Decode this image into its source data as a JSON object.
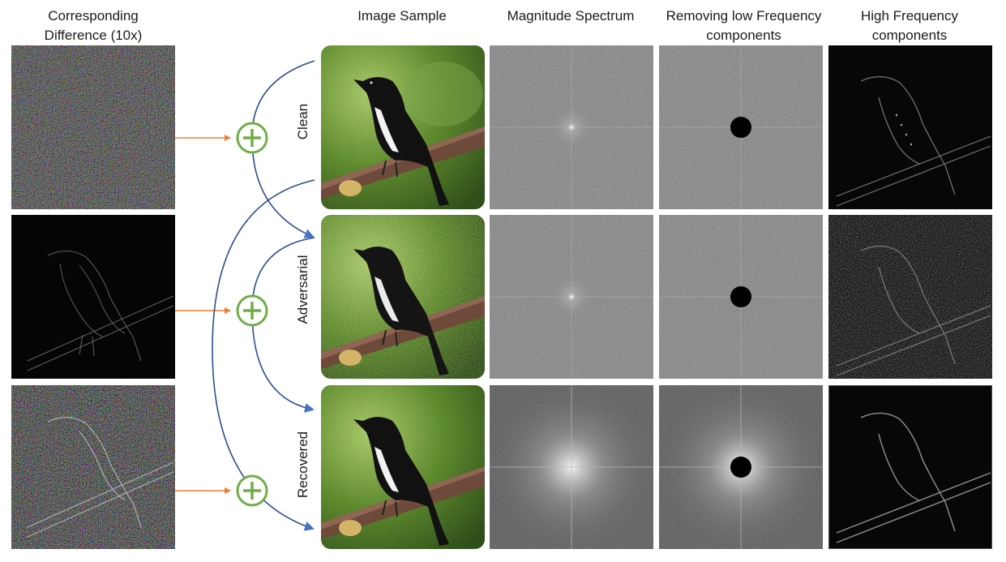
{
  "headers": {
    "difference": "Corresponding\nDifference (10x)",
    "image": "Image Sample",
    "magnitude": "Magnitude Spectrum",
    "removing": "Removing low Frequency\ncomponents",
    "high": "High Frequency\ncomponents"
  },
  "rows": [
    {
      "label": "Clean"
    },
    {
      "label": "Adversarial"
    },
    {
      "label": "Recovered"
    }
  ],
  "colors": {
    "arrow_blue": "#2f4f8f",
    "arrow_orange": "#ed7d31",
    "plus_green": "#70ad47"
  }
}
